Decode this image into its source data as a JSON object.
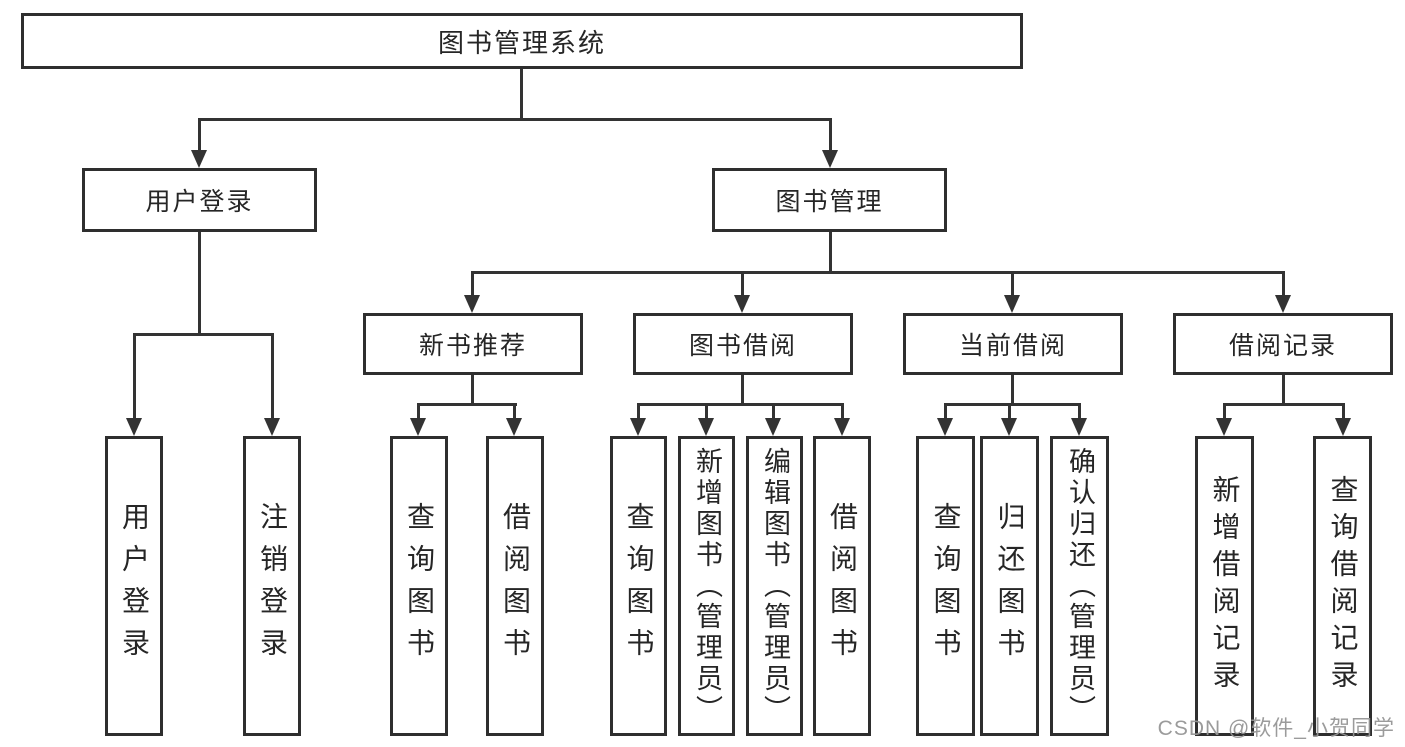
{
  "tree": {
    "root": {
      "label": "图书管理系统"
    },
    "children": [
      {
        "label": "用户登录",
        "children": [
          {
            "label": "用户登录"
          },
          {
            "label": "注销登录"
          }
        ]
      },
      {
        "label": "图书管理",
        "children": [
          {
            "label": "新书推荐",
            "children": [
              {
                "label": "查询图书"
              },
              {
                "label": "借阅图书"
              }
            ]
          },
          {
            "label": "图书借阅",
            "children": [
              {
                "label": "查询图书"
              },
              {
                "label": "新增图书（管理员）"
              },
              {
                "label": "编辑图书（管理员）"
              },
              {
                "label": "借阅图书"
              }
            ]
          },
          {
            "label": "当前借阅",
            "children": [
              {
                "label": "查询图书"
              },
              {
                "label": "归还图书"
              },
              {
                "label": "确认归还（管理员）"
              }
            ]
          },
          {
            "label": "借阅记录",
            "children": [
              {
                "label": "新增借阅记录"
              },
              {
                "label": "查询借阅记录"
              }
            ]
          }
        ]
      }
    ]
  },
  "watermark": "CSDN @软件_小贺同学",
  "colors": {
    "line": "#333333",
    "border": "#2e2e2e",
    "text": "#262626",
    "watermark": "#969696",
    "background": "#ffffff"
  }
}
